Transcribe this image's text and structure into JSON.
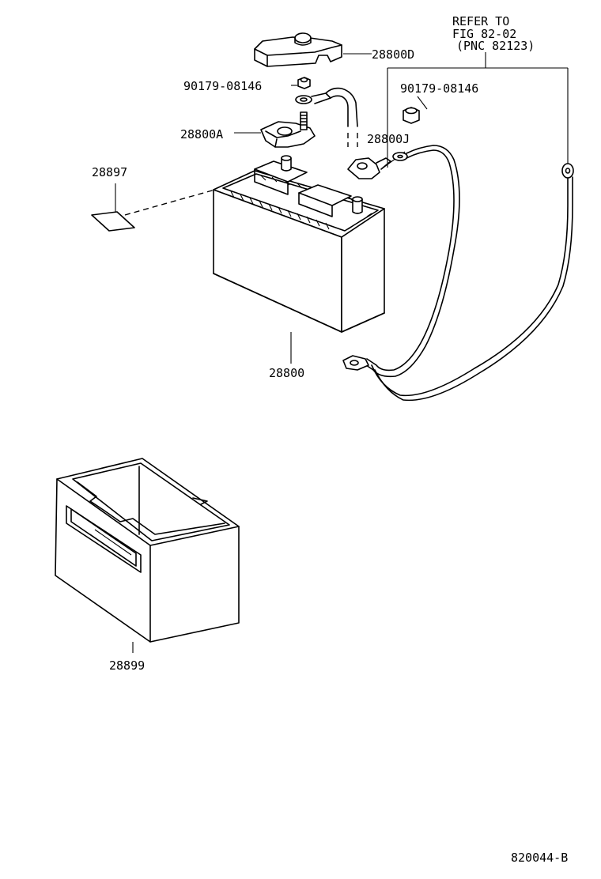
{
  "labels": {
    "refer_line1": "REFER TO",
    "refer_line2": "FIG 82-02",
    "refer_line3": "(PNC 82123)",
    "terminal_cover": "28800D",
    "nut_left": "90179-08146",
    "nut_right": "90179-08146",
    "positive_terminal": "28800A",
    "negative_cable": "28800J",
    "label_sticker": "28897",
    "battery": "28800",
    "battery_tray": "28899",
    "figure_code": "820044-B"
  }
}
